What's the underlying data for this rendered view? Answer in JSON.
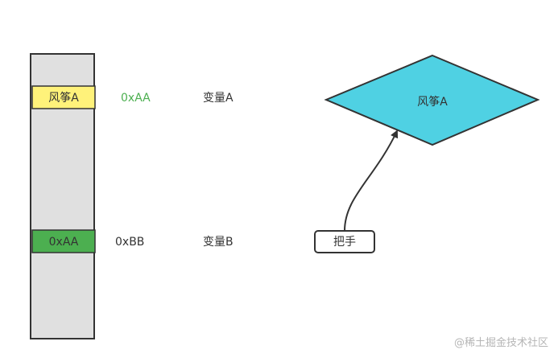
{
  "memory": {
    "cell_a_text": "风筝A",
    "cell_b_text": "0xAA"
  },
  "addresses": {
    "addr_a": "0xAA",
    "addr_b": "0xBB"
  },
  "variables": {
    "var_a": "变量A",
    "var_b": "变量B"
  },
  "kite": {
    "label": "风筝A"
  },
  "handle": {
    "label": "把手"
  },
  "watermark": "@稀土掘金技术社区",
  "colors": {
    "memory_column": "#e0e0e0",
    "cell_yellow": "#fff27a",
    "cell_green": "#4caf50",
    "kite_fill": "#4fd1e3",
    "stroke": "#333333",
    "address_green_text": "#4caf50"
  }
}
